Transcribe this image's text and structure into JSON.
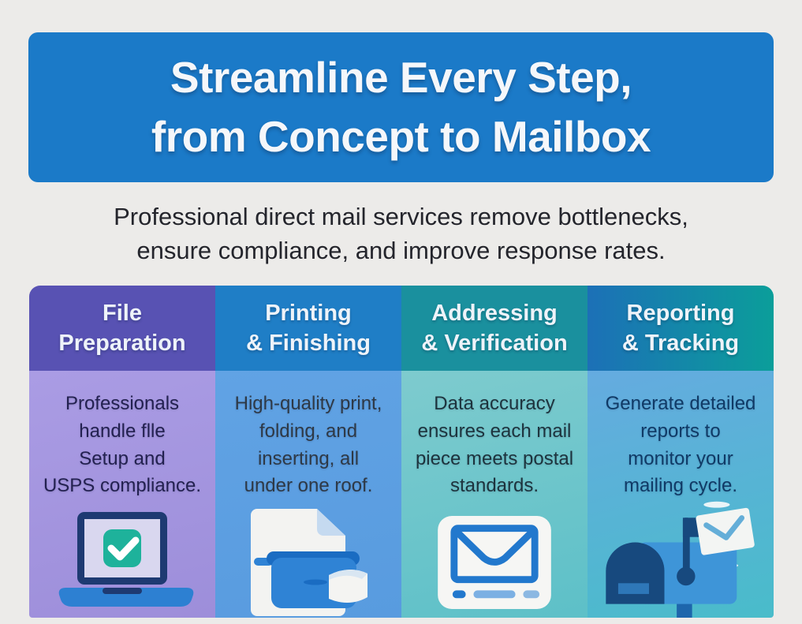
{
  "page": {
    "background_color": "#ecebe9"
  },
  "banner": {
    "title": "Streamline Every Step,\nfrom Concept to Mailbox",
    "background_color": "#1b7ac8",
    "text_color": "#f5f7fa"
  },
  "subtitle": {
    "text": "Professional direct mail services remove bottlenecks,\nensure compliance, and improve response rates."
  },
  "columns": [
    {
      "title": "File\nPreparation",
      "body": "Professionals\nhandle flle\nSetup and\nUSPS compliance.",
      "icon": "laptop-check-icon",
      "colors": {
        "header_from": "#5852b3",
        "header_to": "#5852b3",
        "body_from": "#aa9ce4",
        "body_to": "#9d8eda",
        "text": "#232150"
      }
    },
    {
      "title": "Printing\n& Finishing",
      "body": "High-quality print,\nfolding, and\ninserting, all\nunder one roof.",
      "icon": "printer-document-icon",
      "colors": {
        "header_from": "#1f7ec6",
        "header_to": "#1f7ec6",
        "body_from": "#61a3e4",
        "body_to": "#589bdf",
        "text": "#2e3946"
      }
    },
    {
      "title": "Addressing\n& Verification",
      "body": "Data accuracy\nensures each mail\npiece meets postal\nstandards.",
      "icon": "envelope-card-icon",
      "colors": {
        "header_from": "#1a909e",
        "header_to": "#1a909e",
        "body_from": "#7ecbce",
        "body_to": "#5dc0c8",
        "text": "#1d333d"
      }
    },
    {
      "title": "Reporting\n& Tracking",
      "body": "Generate detailed\nreports to\nmonitor your\nmailing cycle.",
      "icon": "mailbox-flag-icon",
      "colors": {
        "header_from": "#1c70b7",
        "header_to": "#0b9e9a",
        "body_from": "#65abe0",
        "body_to": "#49bcca",
        "text": "#103a66"
      }
    }
  ]
}
